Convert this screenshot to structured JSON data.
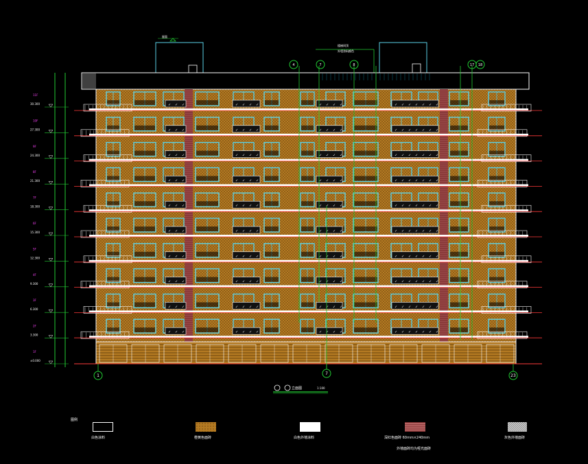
{
  "drawing": {
    "title_prefix": "①-㉓",
    "title": "立面图",
    "scale": "1:100"
  },
  "grid_axes": {
    "left": "1",
    "center": "7",
    "right": "23",
    "top_markers": [
      "4",
      "7",
      "8",
      "17",
      "18"
    ]
  },
  "top_notes": {
    "roof_callout": "屋面",
    "stair_note": "楼梯间顶",
    "stair_note2": "外墙涂料颜色"
  },
  "levels": [
    {
      "floor": "1F",
      "elev": "±0.000"
    },
    {
      "floor": "2F",
      "elev": "3.300"
    },
    {
      "floor": "3F",
      "elev": "6.300"
    },
    {
      "floor": "4F",
      "elev": "9.300"
    },
    {
      "floor": "5F",
      "elev": "12.300"
    },
    {
      "floor": "6F",
      "elev": "15.300"
    },
    {
      "floor": "7F",
      "elev": "18.300"
    },
    {
      "floor": "8F",
      "elev": "21.300"
    },
    {
      "floor": "9F",
      "elev": "24.300"
    },
    {
      "floor": "10F",
      "elev": "27.300"
    },
    {
      "floor": "11F",
      "elev": "30.300"
    }
  ],
  "legend": {
    "title": "图例",
    "items": [
      {
        "label": "白色涂料",
        "swatch": "white-outline"
      },
      {
        "label": "橙黄色面砖",
        "swatch": "orange"
      },
      {
        "label": "白色外墙涂料",
        "swatch": "white"
      },
      {
        "label": "深红色面砖 60mm×240mm",
        "swatch": "red"
      },
      {
        "label": "灰色外墙面砖",
        "swatch": "gray"
      }
    ],
    "subnote": "外墙面砖均为哑光面砖"
  },
  "colors": {
    "background": "#000000",
    "line": "#ffffff",
    "facade": "#b47a22",
    "window": "#5ad1e6",
    "red_brick": "#8a3a3a",
    "green_axis": "#22cc33",
    "floor_line": "#ff3b3b"
  }
}
